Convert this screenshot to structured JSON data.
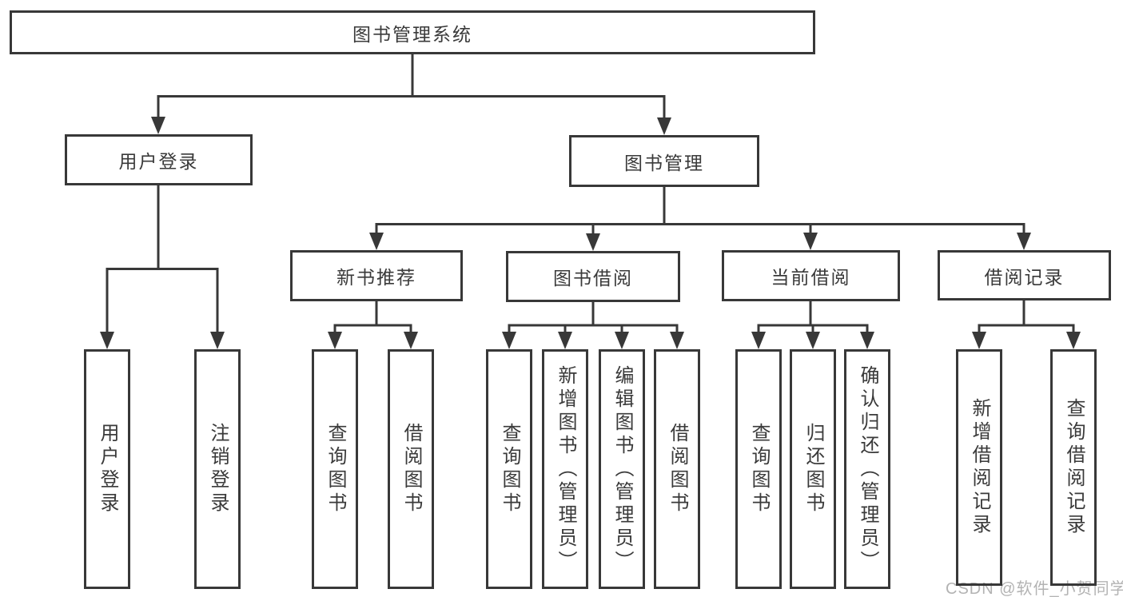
{
  "diagram_type": "hierarchy-tree",
  "tree": {
    "label": "图书管理系统",
    "children": [
      {
        "label": "用户登录",
        "children": [
          {
            "label": "用户登录"
          },
          {
            "label": "注销登录"
          }
        ]
      },
      {
        "label": "图书管理",
        "children": [
          {
            "label": "新书推荐",
            "children": [
              {
                "label": "查询图书"
              },
              {
                "label": "借阅图书"
              }
            ]
          },
          {
            "label": "图书借阅",
            "children": [
              {
                "label": "查询图书"
              },
              {
                "label": "新增图书（管理员）"
              },
              {
                "label": "编辑图书（管理员）"
              },
              {
                "label": "借阅图书"
              }
            ]
          },
          {
            "label": "当前借阅",
            "children": [
              {
                "label": "查询图书"
              },
              {
                "label": "归还图书"
              },
              {
                "label": "确认归还（管理员）"
              }
            ]
          },
          {
            "label": "借阅记录",
            "children": [
              {
                "label": "新增借阅记录"
              },
              {
                "label": "查询借阅记录"
              }
            ]
          }
        ]
      }
    ]
  },
  "watermark": "CSDN @软件_小贺同学",
  "colors": {
    "line": "#383838",
    "box_border": "#383838",
    "text": "#3a3a3a",
    "watermark": "#b3b3b3",
    "background": "#ffffff"
  }
}
